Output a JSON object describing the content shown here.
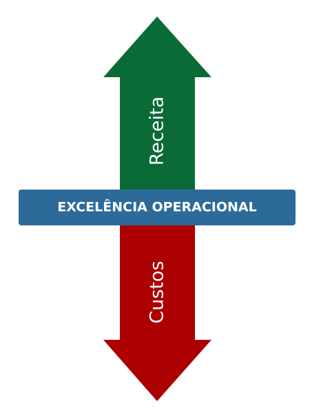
{
  "diagram": {
    "up_arrow": {
      "label": "Receita",
      "color": "#0a6b37"
    },
    "down_arrow": {
      "label": "Custos",
      "color": "#ac0000"
    },
    "banner": {
      "label": "EXCELÊNCIA OPERACIONAL",
      "color": "#2c6b99"
    }
  }
}
